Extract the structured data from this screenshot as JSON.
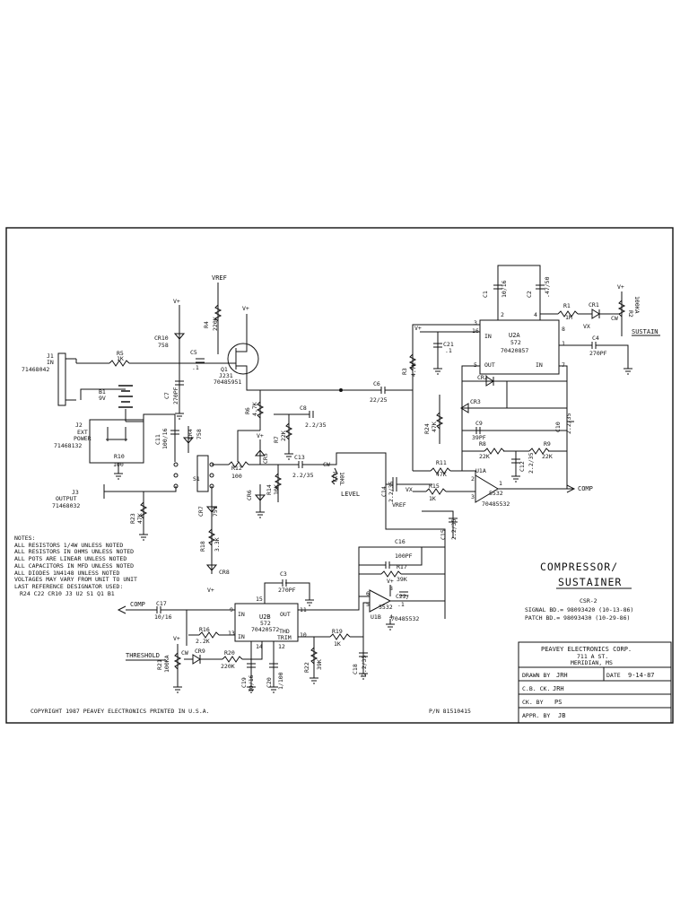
{
  "title": {
    "line1": "COMPRESSOR/",
    "line2": "SUSTAINER",
    "model": "CSR-2",
    "signal_bd": "SIGNAL BD.= 98093420 (10-13-86)",
    "patch_bd": "PATCH BD.= 98093430 (10-29-86)"
  },
  "title_block": {
    "company": "PEAVEY ELECTRONICS CORP.",
    "address1": "711 A ST.",
    "address2": "MERIDIAN, MS",
    "drawn_by_label": "DRAWN BY",
    "drawn_by_value": "JRH",
    "date_label": "DATE",
    "date_value": "9-14-87",
    "cb_ck_label": "C.B. CK.",
    "cb_ck_value": "JRH",
    "ck_by_label": "CK. BY",
    "ck_by_value": "PS",
    "appr_by_label": "APPR. BY",
    "appr_by_value": "JB"
  },
  "copyright": "COPYRIGHT 1987 PEAVEY ELECTRONICS PRINTED IN U.S.A.",
  "part_number": "P/N 81510415",
  "notes": [
    "NOTES:",
    "ALL RESISTORS 1/4W UNLESS NOTED",
    "ALL RESISTORS IN OHMS UNLESS NOTED",
    "ALL POTS ARE LINEAR UNLESS NOTED",
    "ALL CAPACITORS IN MFD UNLESS NOTED",
    "ALL DIODES 1N4148 UNLESS NOTED",
    "VOLTAGES MAY VARY FROM UNIT TO UNIT",
    "LAST REFERENCE DESIGNATOR USED:",
    "R24 C22 CR10 J3 U2 S1 Q1 B1"
  ],
  "components": {
    "j1": [
      "J1",
      "IN",
      "71468042"
    ],
    "j2": [
      "J2",
      "EXT",
      "POWER",
      "71468132"
    ],
    "j3": [
      "J3",
      "OUTPUT",
      "71468032"
    ],
    "b1": [
      "B1",
      "9V"
    ],
    "r5": [
      "R5",
      "1K"
    ],
    "r4": [
      "R4",
      "220K"
    ],
    "cr10": [
      "CR10",
      "758"
    ],
    "c5": [
      "C5",
      ".1"
    ],
    "c7": [
      "C7",
      "270PF"
    ],
    "q1": [
      "Q1",
      "J231",
      "70485951"
    ],
    "r6": [
      "R6",
      "4.7K"
    ],
    "c8": [
      "C8",
      "2.2/35"
    ],
    "r7": [
      "R7",
      "22K"
    ],
    "c6": [
      "C6",
      "22/25"
    ],
    "c11": [
      "C11",
      "100/16"
    ],
    "cr4": [
      "CR4",
      "758"
    ],
    "r10": [
      "R10",
      "100"
    ],
    "s1": [
      "S1"
    ],
    "r12": [
      "R12",
      "100"
    ],
    "cr5": [
      "CR5"
    ],
    "r14": [
      "R14",
      "10K"
    ],
    "c13": [
      "C13",
      "2.2/35"
    ],
    "r13": [
      "R13",
      "10KL",
      "CW"
    ],
    "level": [
      "LEVEL"
    ],
    "cr6": [
      "CR6"
    ],
    "r23": [
      "R23",
      "47K"
    ],
    "cr7": [
      "CR7",
      "751"
    ],
    "r18": [
      "R18",
      "3.3K"
    ],
    "cr8": [
      "CR8"
    ],
    "c14": [
      "C14",
      "2.2/35"
    ],
    "r15": [
      "R15",
      "1K"
    ],
    "c15": [
      "C15",
      "2.2/35"
    ],
    "c16": [
      "C16",
      "100PF"
    ],
    "r17": [
      "R17",
      "39K"
    ],
    "c22": [
      "C22",
      ".1"
    ],
    "u1b": [
      "U1B",
      "5532",
      "70485532"
    ],
    "c3": [
      "C3",
      "270PF"
    ],
    "u2b": [
      "U2B",
      "572",
      "70420572",
      "IN",
      "OUT",
      "THD",
      "TRIM"
    ],
    "c17": [
      "C17",
      "10/16"
    ],
    "r16": [
      "R16",
      "2.2K"
    ],
    "r21": [
      "R21",
      "100KA",
      "CW"
    ],
    "cr9": [
      "CR9"
    ],
    "r20": [
      "R20",
      "220K"
    ],
    "c19": [
      "C19",
      "10/16"
    ],
    "c20": [
      "C20",
      "1/100"
    ],
    "r22": [
      "R22",
      "39K"
    ],
    "r19": [
      "R19",
      "1K"
    ],
    "c18": [
      "C18",
      "2.2/35"
    ],
    "c1": [
      "C1",
      "10/16"
    ],
    "c2": [
      "C2",
      ".47/50"
    ],
    "r1": [
      "R1",
      "1M"
    ],
    "cr1": [
      "CR1"
    ],
    "r2": [
      "R2",
      "100KA",
      "CW"
    ],
    "sustain": [
      "SUSTAIN"
    ],
    "u2a": [
      "U2A",
      "572",
      "70420857",
      "IN",
      "OUT",
      "IN"
    ],
    "c21": [
      "C21",
      ".1"
    ],
    "c4": [
      "C4",
      "270PF"
    ],
    "r3": [
      "R3",
      "4.7K"
    ],
    "cr2": [
      "CR2"
    ],
    "cr3": [
      "CR3"
    ],
    "c9": [
      "C9",
      "39PF"
    ],
    "r24": [
      "R24",
      "47K"
    ],
    "r8": [
      "R8",
      "22K"
    ],
    "r9": [
      "R9",
      "22K"
    ],
    "c12": [
      "C12",
      "2.2/35"
    ],
    "c10": [
      "C10",
      "2.2/35"
    ],
    "r11": [
      "R11",
      "47K"
    ],
    "u1a": [
      "U1A",
      "5532",
      "70485532"
    ]
  },
  "net_labels": {
    "vref_top": "VREF",
    "vplus": "V+",
    "vx": "VX",
    "vref": "VREF",
    "comp": "COMP",
    "threshold": "THRESHOLD"
  },
  "pins": {
    "u2a": [
      "3",
      "16",
      "5",
      "8",
      "1",
      "7",
      "2",
      "4"
    ],
    "u1a": [
      "2",
      "3",
      "1"
    ],
    "u2b": [
      "9",
      "13",
      "14",
      "15",
      "11",
      "12",
      "10"
    ],
    "u1b": [
      "6",
      "5",
      "7",
      "8",
      "4"
    ]
  }
}
